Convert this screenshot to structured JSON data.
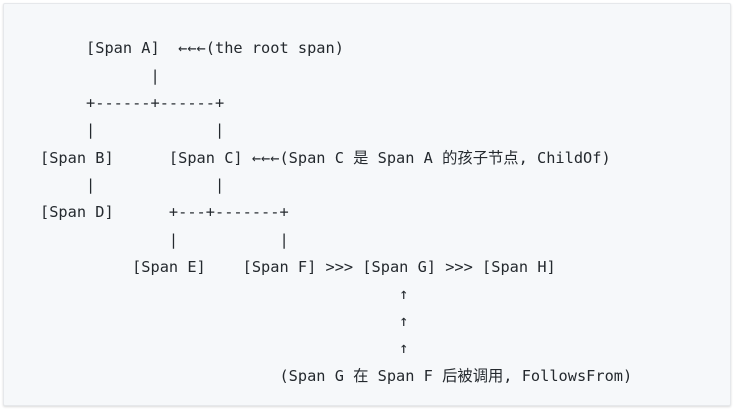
{
  "diagram": {
    "lines": [
      "     [Span A]  ←←←(the root span)",
      "            |",
      "     +------+------+",
      "     |             |",
      "[Span B]      [Span C] ←←←(Span C 是 Span A 的孩子节点, ChildOf)",
      "     |             |",
      "[Span D]      +---+-------+",
      "              |           |",
      "          [Span E]    [Span F] >>> [Span G] >>> [Span H]",
      "                                       ↑",
      "                                       ↑",
      "                                       ↑",
      "                          (Span G 在 Span F 后被调用, FollowsFrom)"
    ]
  }
}
